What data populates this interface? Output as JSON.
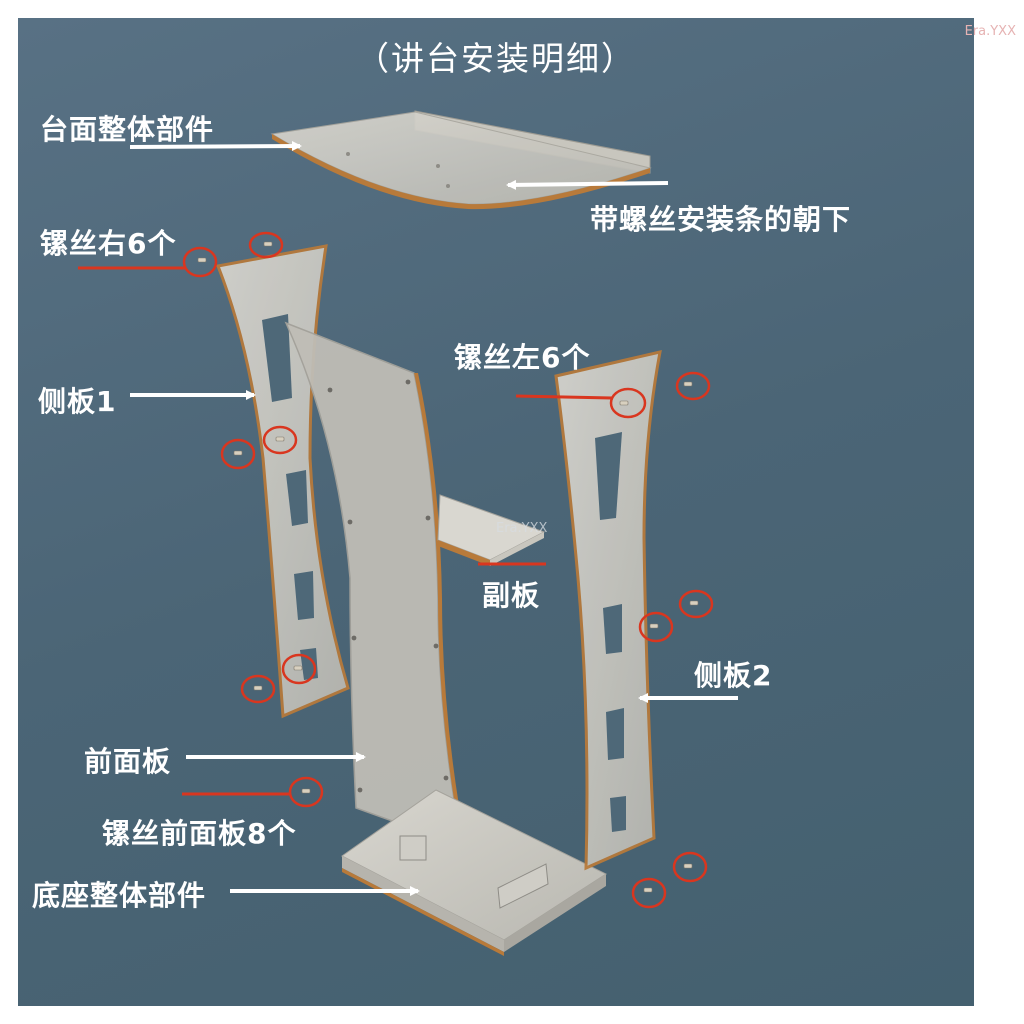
{
  "title": "（讲台安装明细）",
  "watermark": "Era.YXX",
  "labels": {
    "top_panel": "台面整体部件",
    "screw_strip": "带螺丝安装条的朝下",
    "screws_right": "镙丝右6个",
    "side_panel_1": "侧板1",
    "screws_left": "镙丝左6个",
    "sub_panel": "副板",
    "side_panel_2": "侧板2",
    "front_panel": "前面板",
    "screws_front": "镙丝前面板8个",
    "base": "底座整体部件"
  },
  "colors": {
    "background": "#4e6878",
    "acrylic": "#c9c7bf",
    "edge": "#b87a3a",
    "circle": "#d9361f",
    "arrow": "#ffffff"
  }
}
